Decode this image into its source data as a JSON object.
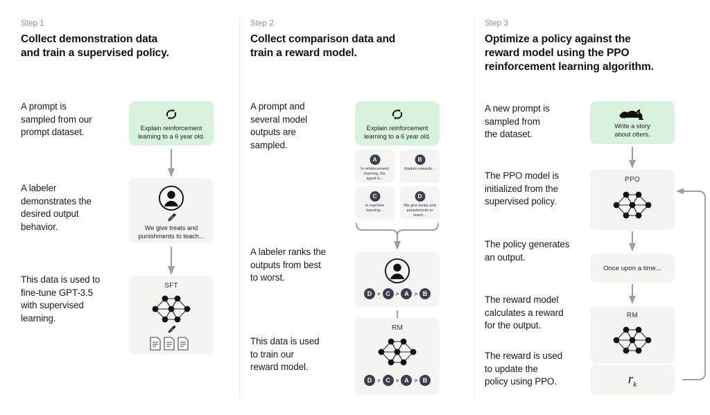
{
  "diagram": {
    "title": "RLHF three-step training diagram",
    "accent_green": "#d9f2de",
    "panel_gray": "#f4f4f3",
    "arrow_color": "#9a9cb0",
    "chip_color": "#3a3f4b"
  },
  "columns": [
    {
      "step_label": "Step 1",
      "step_title": "Collect demonstration data\nand train a supervised policy.",
      "captions": [
        "A prompt is\nsampled from our\nprompt dataset.",
        "A labeler\ndemonstrates the\ndesired output\nbehavior.",
        "This data is used to\nfine-tune GPT-3.5\nwith supervised\nlearning."
      ],
      "panels": [
        {
          "icon": "recycle-arrows-icon",
          "text": "Explain reinforcement\nlearning to a 6 year old."
        },
        {
          "icon": "labeler-person-icon",
          "text": "We give treats and\npunishments to teach..."
        },
        {
          "icon": "neural-network-icon",
          "title": "SFT",
          "text": "documents-icon"
        }
      ]
    },
    {
      "step_label": "Step 2",
      "step_title": "Collect comparison data and\ntrain a reward model.",
      "captions": [
        "A prompt and\nseveral model\noutputs are\nsampled.",
        "A labeler ranks the\noutputs from best\nto worst.",
        "This data is used\nto train our\nreward model."
      ],
      "prompt_panel": {
        "icon": "recycle-arrows-icon",
        "text": "Explain reinforcement\nlearning to a 6 year old."
      },
      "outputs": [
        {
          "badge": "A",
          "text": "In reinforcement\nlearning, the\nagent is..."
        },
        {
          "badge": "B",
          "text": "Explain rewards..."
        },
        {
          "badge": "C",
          "text": "In machine\nlearning..."
        },
        {
          "badge": "D",
          "text": "We give treats and\npunishments to\nteach..."
        }
      ],
      "ranking": [
        "D",
        "C",
        "A",
        "B"
      ],
      "rm_title": "RM"
    },
    {
      "step_label": "Step 3",
      "step_title": "Optimize a policy against the\nreward model using the PPO\nreinforcement learning algorithm.",
      "captions": [
        "A new prompt is\nsampled from\nthe dataset.",
        "The PPO model is\ninitialized from the\nsupervised policy.",
        "The policy generates\nan output.",
        "The reward model\ncalculates a reward\nfor the output.",
        "The reward is used\nto update the\npolicy using PPO."
      ],
      "panels": [
        {
          "icon": "otter-icon",
          "text": "Write a story\nabout otters."
        },
        {
          "icon": "neural-network-icon",
          "title": "PPO"
        },
        {
          "text": "Once upon a time..."
        },
        {
          "icon": "neural-network-icon",
          "title": "RM"
        },
        {
          "reward_symbol": "r",
          "reward_sub": "k"
        }
      ]
    }
  ]
}
